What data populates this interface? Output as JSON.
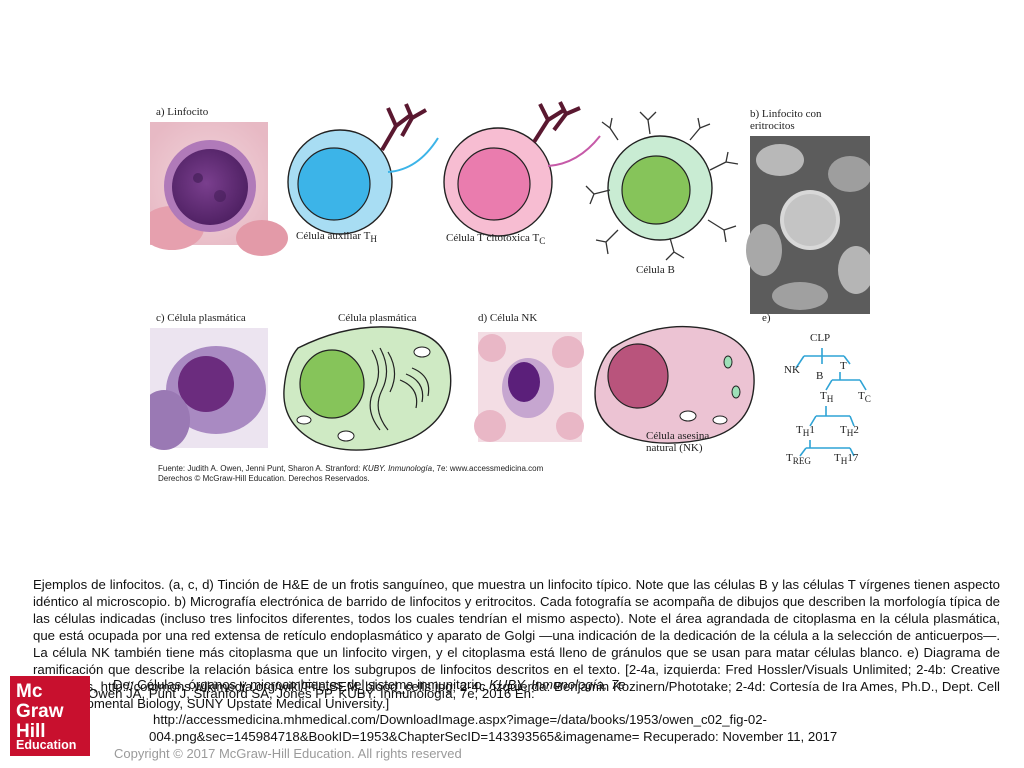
{
  "figure": {
    "labels": {
      "a": "a) Linfocito",
      "b": "b) Linfocito con eritrocitos",
      "c": "c) Célula plasmática",
      "c_drawing": "Célula plasmática",
      "d": "d) Célula NK",
      "e": "e)",
      "helper": "Célula auxiliar T",
      "helper_sub": "H",
      "cytotoxic": "Célula T citotóxica T",
      "cytotoxic_sub": "C",
      "bcell": "Célula B",
      "nk_drawing": "Célula asesina natural (NK)"
    },
    "tree": {
      "clp": "CLP",
      "nk": "NK",
      "t": "T",
      "b": "B",
      "t_h": "T",
      "t_h_sub": "H",
      "t_c": "T",
      "t_c_sub": "C",
      "th1": "T",
      "th1_sub": "H",
      "th1_num": "1",
      "th2": "T",
      "th2_sub": "H",
      "th2_num": "2",
      "treg": "T",
      "treg_sub": "REG",
      "th17": "T",
      "th17_sub": "H",
      "th17_num": "17"
    },
    "source_1a": "Fuente: Judith A. Owen, Jenni Punt, Sharon A. Stranford: ",
    "source_1b": "KUBY. Inmunología",
    "source_1c": ", 7e: www.accessmedicina.com",
    "source_2": "Derechos © McGraw-Hill Education. Derechos Reservados."
  },
  "caption": "Ejemplos de linfocitos. (a, c, d) Tinción de H&E de un frotis sanguíneo, que muestra un linfocito típico. Note que las células B y las células T vírgenes tienen aspecto idéntico al microscopio. b) Micrografía electrónica de barrido de linfocitos y eritrocitos. Cada fotografía se acompaña de dibujos que describen la morfología típica de las células indicadas (incluso tres linfocitos diferentes, todos los cuales tendrían el mismo aspecto). Note el área agrandada de citoplasma en la célula plasmática, que está ocupada por una red extensa de retículo endoplasmático y aparato de Golgi —una indicación de la dedicación de la célula a la selección de anticuerpos—. La célula NK también tiene más citoplasma que un linfocito virgen, y el citoplasma está lleno de gránulos que se usan para matar células blanco. e) Diagrama de ramificación que describe la relación básica entre los subgrupos de linfocitos descritos en el texto. [2-4a, izquierda: Fred Hossler/Visuals Unlimited; 2-4b: Creative Commons, http://commons.wikimedia.org/wiki/File:SEM_blood_cells.jpg; 2-4c, izquierda: Benjamin Kozinern/Phototake; 2-4d: Cortesía de Ira Ames, Ph.D., Dept. Cell & Developmental Biology, SUNY Upstate Medical University.]",
  "reference": {
    "line1a": "De: Células, órganos y microambientes del sistema inmunitario, ",
    "line1b": "KUBY. Inmunología, 7e",
    "line2": "Citación: Owen JA, Punt J, Stranford SA, Jones PP. KUBY. Inmunología, 7e; 2016 En:",
    "line3": "http://accessmedicina.mhmedical.com/DownloadImage.aspx?image=/data/books/1953/owen_c02_fig-02-",
    "line4": "004.png&sec=145984718&BookID=1953&ChapterSecID=143393565&imagename= Recuperado: November 11, 2017"
  },
  "logo": {
    "line1": "Mc",
    "line2": "Graw",
    "line3": "Hill",
    "line4": "Education"
  },
  "copyright": "Copyright © 2017 McGraw-Hill Education. All rights reserved",
  "colors": {
    "brand_red": "#c8102e",
    "helper_cell": "#a8ddf3",
    "cytotoxic_cell": "#f7bdd2",
    "bcell_cell": "#c9ecd3",
    "plasma_cell": "#cfeac4",
    "nucleus_green": "#86c45a",
    "tree_cyan": "#2fa3d5"
  }
}
